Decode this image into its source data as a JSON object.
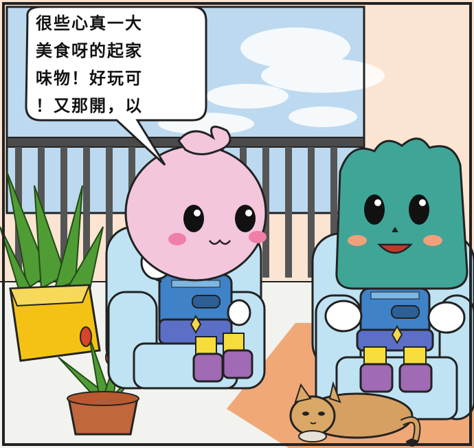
{
  "speech_bubble": {
    "lines": [
      "很些心真一大",
      "美食呀的起家",
      "味物！好玩可",
      "！又那開，以"
    ]
  },
  "characters": [
    {
      "name": "pink-character"
    },
    {
      "name": "green-character"
    }
  ],
  "colors": {
    "sky": "#bcd9ef",
    "wall": "#fbe4d2",
    "floor": "#f2f2ee",
    "chair": "#bfe3f3",
    "pink_character": "#f3c6dc",
    "green_character": "#3fa597",
    "rug": "#f0a877"
  }
}
